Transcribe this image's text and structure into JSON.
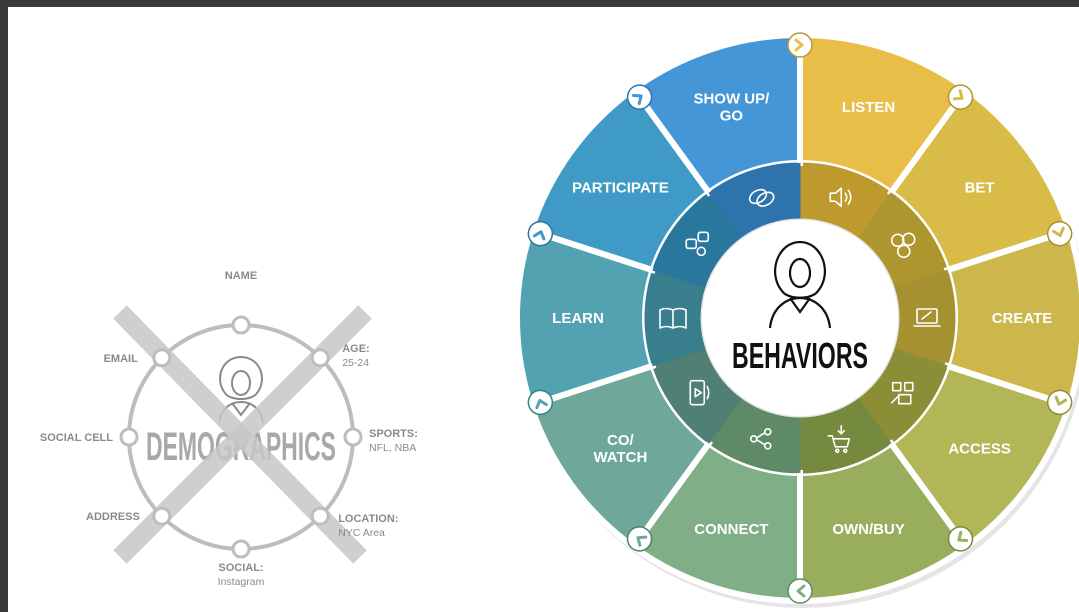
{
  "demographics": {
    "title": "DEMOGRAPHICS",
    "nodes": [
      {
        "label": "NAME",
        "sub": ""
      },
      {
        "label": "AGE:",
        "sub": "25-24"
      },
      {
        "label": "SPORTS:",
        "sub": "NFL, NBA"
      },
      {
        "label": "LOCATION:",
        "sub": "NYC Area"
      },
      {
        "label": "SOCIAL:",
        "sub": "Instagram"
      },
      {
        "label": "ADDRESS",
        "sub": ""
      },
      {
        "label": "SOCIAL CELL",
        "sub": ""
      },
      {
        "label": "EMAIL",
        "sub": ""
      }
    ]
  },
  "behaviors": {
    "title": "BEHAVIORS",
    "segments": [
      {
        "label_lines": [
          "LISTEN"
        ],
        "color": "#E8BE48",
        "ring_color": "#BE9A2E",
        "icon": "speaker-icon"
      },
      {
        "label_lines": [
          "BET"
        ],
        "color": "#D9BB48",
        "ring_color": "#AE962E",
        "icon": "coins-icon"
      },
      {
        "label_lines": [
          "CREATE"
        ],
        "color": "#CDB74C",
        "ring_color": "#A59130",
        "icon": "laptop-edit-icon"
      },
      {
        "label_lines": [
          "ACCESS"
        ],
        "color": "#B3B656",
        "ring_color": "#8B8E36",
        "icon": "devices-icon"
      },
      {
        "label_lines": [
          "OWN/BUY"
        ],
        "color": "#99AE5C",
        "ring_color": "#758A3E",
        "icon": "cart-icon"
      },
      {
        "label_lines": [
          "CONNECT"
        ],
        "color": "#7FAE87",
        "ring_color": "#5F8A68",
        "icon": "share-icon"
      },
      {
        "label_lines": [
          "CO/",
          "WATCH"
        ],
        "color": "#6FA89A",
        "ring_color": "#507F74",
        "icon": "phone-play-icon"
      },
      {
        "label_lines": [
          "LEARN"
        ],
        "color": "#52A2B2",
        "ring_color": "#387E8C",
        "icon": "book-icon"
      },
      {
        "label_lines": [
          "PARTICIPATE"
        ],
        "color": "#3F9BC5",
        "ring_color": "#2A779E",
        "icon": "social-icon"
      },
      {
        "label_lines": [
          "SHOW UP/",
          "GO"
        ],
        "color": "#4596D6",
        "ring_color": "#2E73AC",
        "icon": "tickets-icon"
      }
    ]
  }
}
